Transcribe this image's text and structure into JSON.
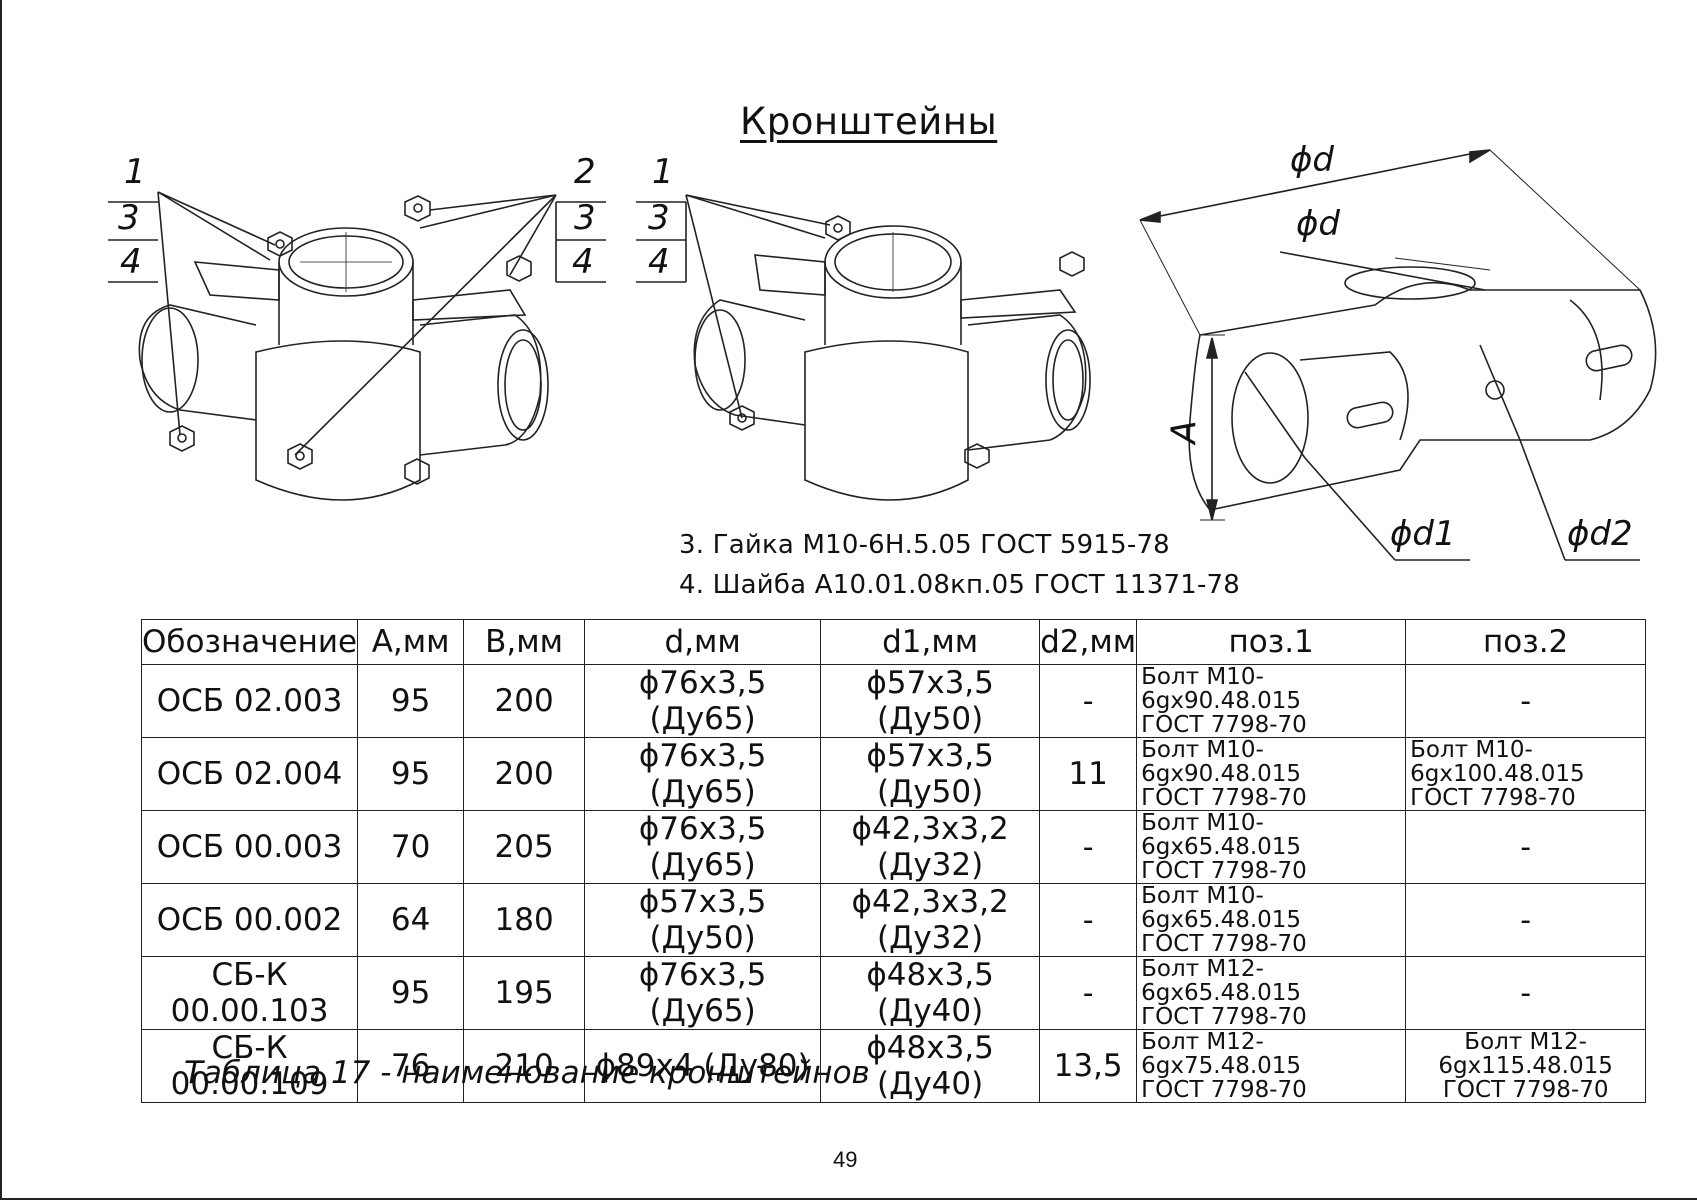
{
  "page": {
    "title": "Кронштейны",
    "page_number": "49"
  },
  "drawing": {
    "left_callouts": [
      "1",
      "3",
      "4"
    ],
    "middle_callouts_right": [
      "2",
      "3",
      "4"
    ],
    "middle_callouts_left": [
      "1",
      "3",
      "4"
    ],
    "dimensions": {
      "d_outer": "ϕd",
      "d_inner": "ϕd",
      "a": "A",
      "d1": "ϕd1",
      "d2": "ϕd2"
    }
  },
  "notes": [
    "3. Гайка М10-6Н.5.05 ГОСТ 5915-78",
    "4. Шайба А10.01.08кп.05 ГОСТ 11371-78"
  ],
  "table": {
    "headers": [
      "Обозначение",
      "А,мм",
      "В,мм",
      "d,мм",
      "d1,мм",
      "d2,мм",
      "поз.1",
      "поз.2"
    ],
    "rows": [
      {
        "designation": "ОСБ 02.003",
        "a": "95",
        "b": "200",
        "d": "ϕ76х3,5 (Ду65)",
        "d1": "ϕ57х3,5 (Ду50)",
        "d2": "-",
        "pos1_l1": "Болт М10-6gх90.48.015",
        "pos1_l2": "ГОСТ 7798-70",
        "pos2_l1": "-",
        "pos2_l2": ""
      },
      {
        "designation": "ОСБ 02.004",
        "a": "95",
        "b": "200",
        "d": "ϕ76х3,5 (Ду65)",
        "d1": "ϕ57х3,5 (Ду50)",
        "d2": "11",
        "pos1_l1": "Болт М10-6gх90.48.015",
        "pos1_l2": "ГОСТ 7798-70",
        "pos2_l1": "Болт М10-6gх100.48.015",
        "pos2_l2": "ГОСТ 7798-70"
      },
      {
        "designation": "ОСБ 00.003",
        "a": "70",
        "b": "205",
        "d": "ϕ76х3,5 (Ду65)",
        "d1": "ϕ42,3х3,2 (Ду32)",
        "d2": "-",
        "pos1_l1": "Болт М10-6gх65.48.015",
        "pos1_l2": "ГОСТ 7798-70",
        "pos2_l1": "-",
        "pos2_l2": ""
      },
      {
        "designation": "ОСБ 00.002",
        "a": "64",
        "b": "180",
        "d": "ϕ57х3,5 (Ду50)",
        "d1": "ϕ42,3х3,2 (Ду32)",
        "d2": "-",
        "pos1_l1": "Болт М10-6gх65.48.015",
        "pos1_l2": "ГОСТ 7798-70",
        "pos2_l1": "-",
        "pos2_l2": ""
      },
      {
        "designation": "СБ-К 00.00.103",
        "a": "95",
        "b": "195",
        "d": "ϕ76х3,5 (Ду65)",
        "d1": "ϕ48х3,5 (Ду40)",
        "d2": "-",
        "pos1_l1": "Болт М12-6gх65.48.015",
        "pos1_l2": "ГОСТ 7798-70",
        "pos2_l1": "-",
        "pos2_l2": ""
      },
      {
        "designation": "СБ-К 00.00.109",
        "a": "76",
        "b": "210",
        "d": "ϕ89х4 (Ду80)",
        "d1": "ϕ48х3,5 (Ду40)",
        "d2": "13,5",
        "pos1_l1": "Болт М12-6gх75.48.015",
        "pos1_l2": "ГОСТ 7798-70",
        "pos2_l1": "Болт М12-6gх115.48.015",
        "pos2_l2": "ГОСТ 7798-70"
      }
    ]
  },
  "caption": "Таблица 17 - наименование кронштейнов"
}
